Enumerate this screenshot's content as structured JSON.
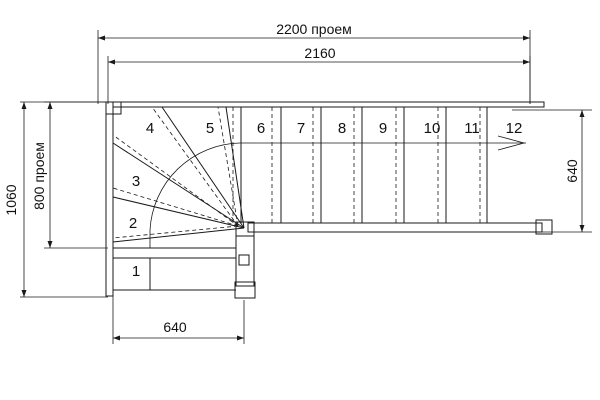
{
  "dimensions": {
    "top_outer": "2200 проем",
    "top_inner": "2160",
    "left_outer": "1060",
    "left_inner": "800 проем",
    "right": "640",
    "bottom": "640"
  },
  "steps": [
    "1",
    "2",
    "3",
    "4",
    "5",
    "6",
    "7",
    "8",
    "9",
    "10",
    "11",
    "12"
  ]
}
